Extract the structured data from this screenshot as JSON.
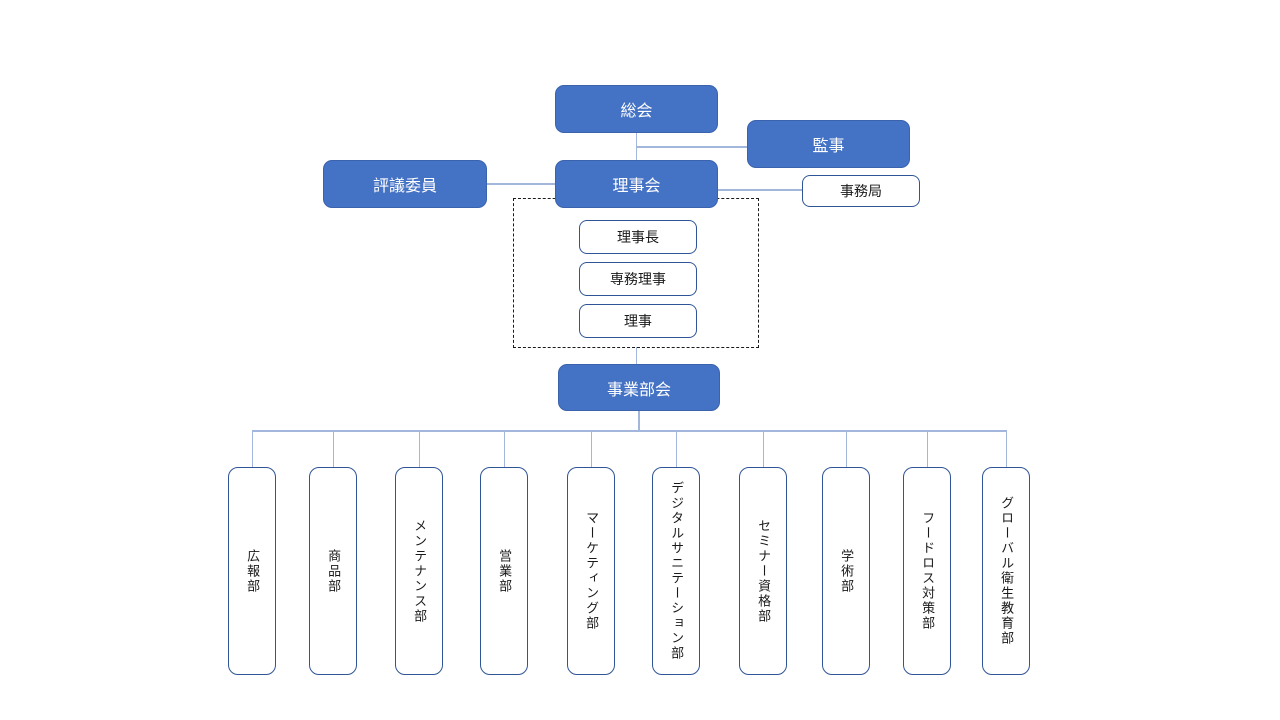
{
  "diagram": {
    "type": "org-chart",
    "nodes": {
      "general_meeting": "総会",
      "auditor": "監事",
      "council": "評議委員",
      "board": "理事会",
      "secretariat": "事務局",
      "officers": [
        "理事長",
        "専務理事",
        "理事"
      ],
      "business_division": "事業部会",
      "departments": [
        "広報部",
        "商品部",
        "メンテナンス部",
        "営業部",
        "マーケティング部",
        "デジタルサニテーション部",
        "セミナー資格部",
        "学術部",
        "フードロス対策部",
        "グローバル衛生教育部"
      ]
    },
    "colors": {
      "node_fill": "#4472C4",
      "node_border": "#3B62AD",
      "outline_border": "#2F5597",
      "connector": "#A3B7DD",
      "dashed_border": "#1A1A1A",
      "text_on_fill": "#FFFFFF",
      "text": "#1A1A1A",
      "background": "#FFFFFF"
    }
  }
}
